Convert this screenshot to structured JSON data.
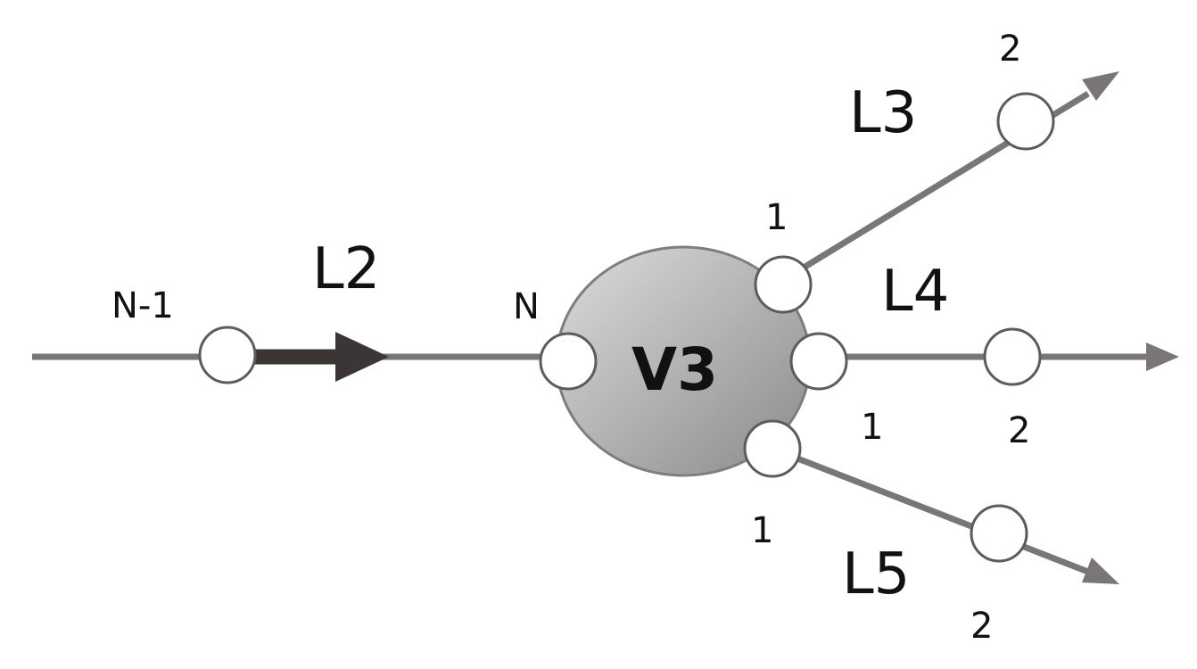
{
  "diagram": {
    "vessel": {
      "label": "V3"
    },
    "inlet": {
      "upstream_label": "N-1",
      "pipe_label": "L2",
      "vessel_node_label": "N"
    },
    "outlets": [
      {
        "pipe_label": "L3",
        "start_label": "1",
        "end_label": "2"
      },
      {
        "pipe_label": "L4",
        "start_label": "1",
        "end_label": "2"
      },
      {
        "pipe_label": "L5",
        "start_label": "1",
        "end_label": "2"
      }
    ]
  },
  "colors": {
    "vessel_fill_light": "#d6d6d6",
    "vessel_fill_dark": "#8f8f8f",
    "line": "#7a7576",
    "flow_arrow": "#3b3536",
    "node_fill": "#ffffff"
  }
}
